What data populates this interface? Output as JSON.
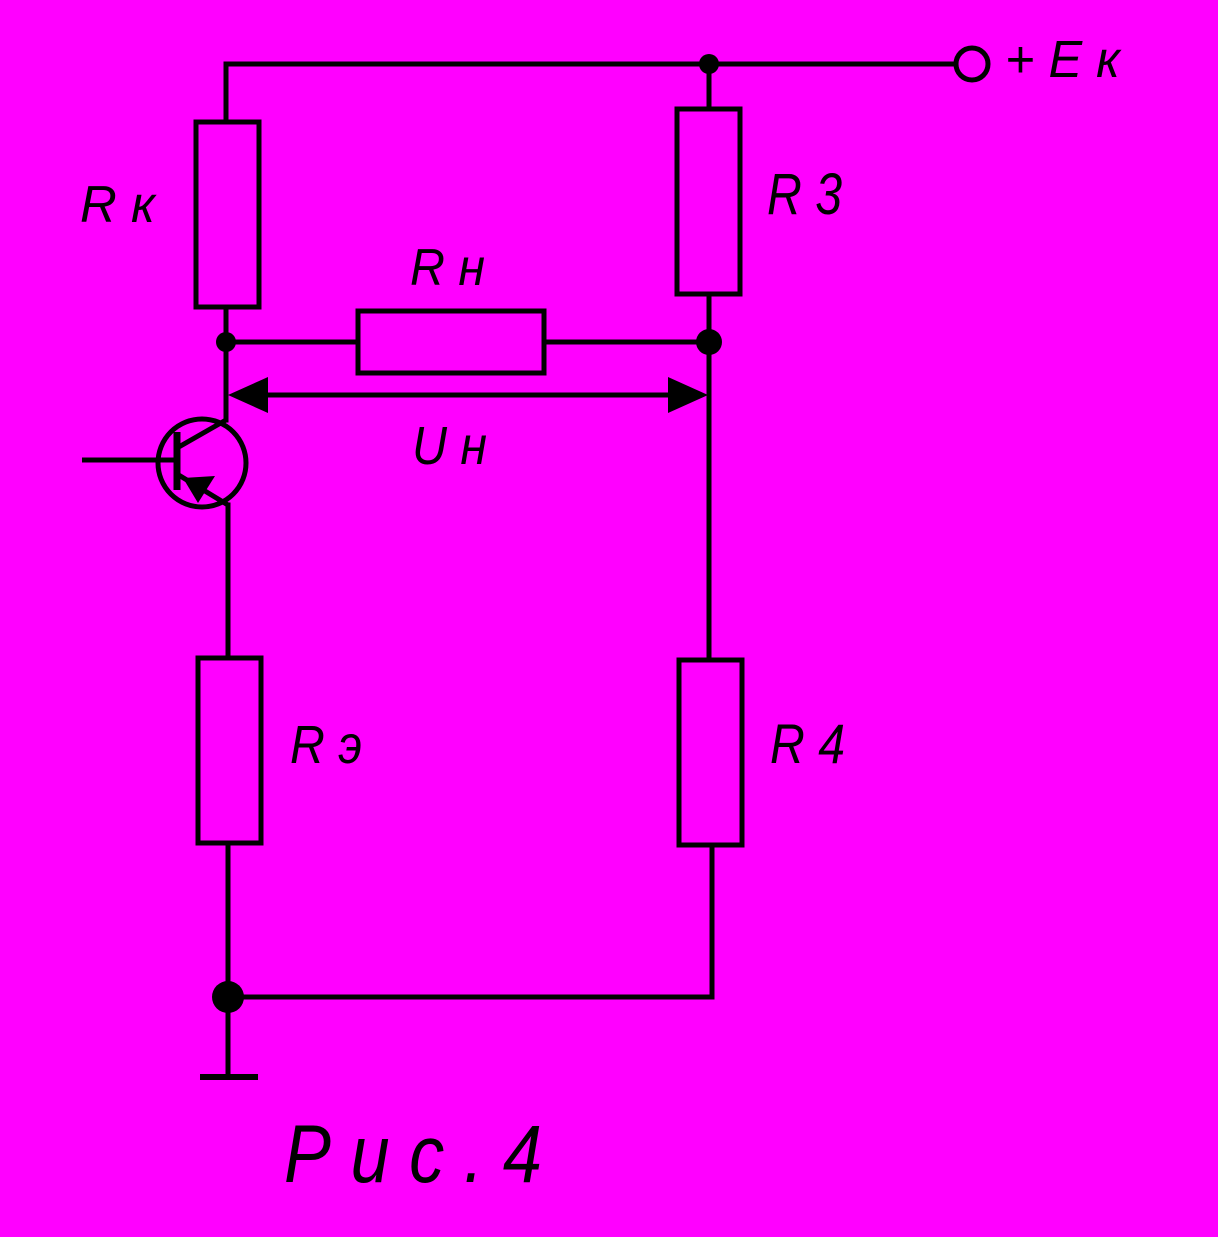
{
  "colors": {
    "background": "#FF00FF",
    "ink": "#000000"
  },
  "labels": {
    "rk": "R к",
    "r3": "R 3",
    "rn": "R н",
    "un": "U н",
    "re": "R э",
    "r4": "R 4",
    "ek": "+ E к",
    "caption": "Р и с .  4"
  },
  "components": [
    {
      "id": "Rk",
      "type": "resistor"
    },
    {
      "id": "R3",
      "type": "resistor"
    },
    {
      "id": "Rn",
      "type": "resistor"
    },
    {
      "id": "Re",
      "type": "resistor"
    },
    {
      "id": "R4",
      "type": "resistor"
    },
    {
      "id": "T1",
      "type": "pnp-transistor"
    },
    {
      "id": "Ek",
      "type": "supply-terminal"
    },
    {
      "id": "GND",
      "type": "ground"
    }
  ]
}
